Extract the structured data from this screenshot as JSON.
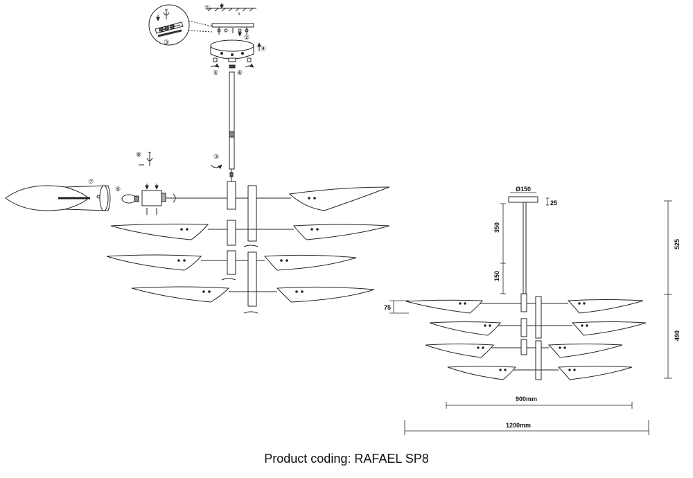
{
  "assembly": {
    "step_markers": [
      "①",
      "②",
      "③",
      "④",
      "⑤",
      "⑥",
      "③",
      "⑧",
      "⑦",
      "⑨"
    ]
  },
  "dimensions": {
    "canopy_diameter": "Ø150",
    "canopy_height": "25",
    "rod_upper": "350",
    "rod_lower": "150",
    "total_upper": "525",
    "total_lower": "490",
    "arm_spacing": "75",
    "inner_width": "900mm",
    "overall_width": "1200mm"
  },
  "caption": "Product coding: RAFAEL SP8"
}
